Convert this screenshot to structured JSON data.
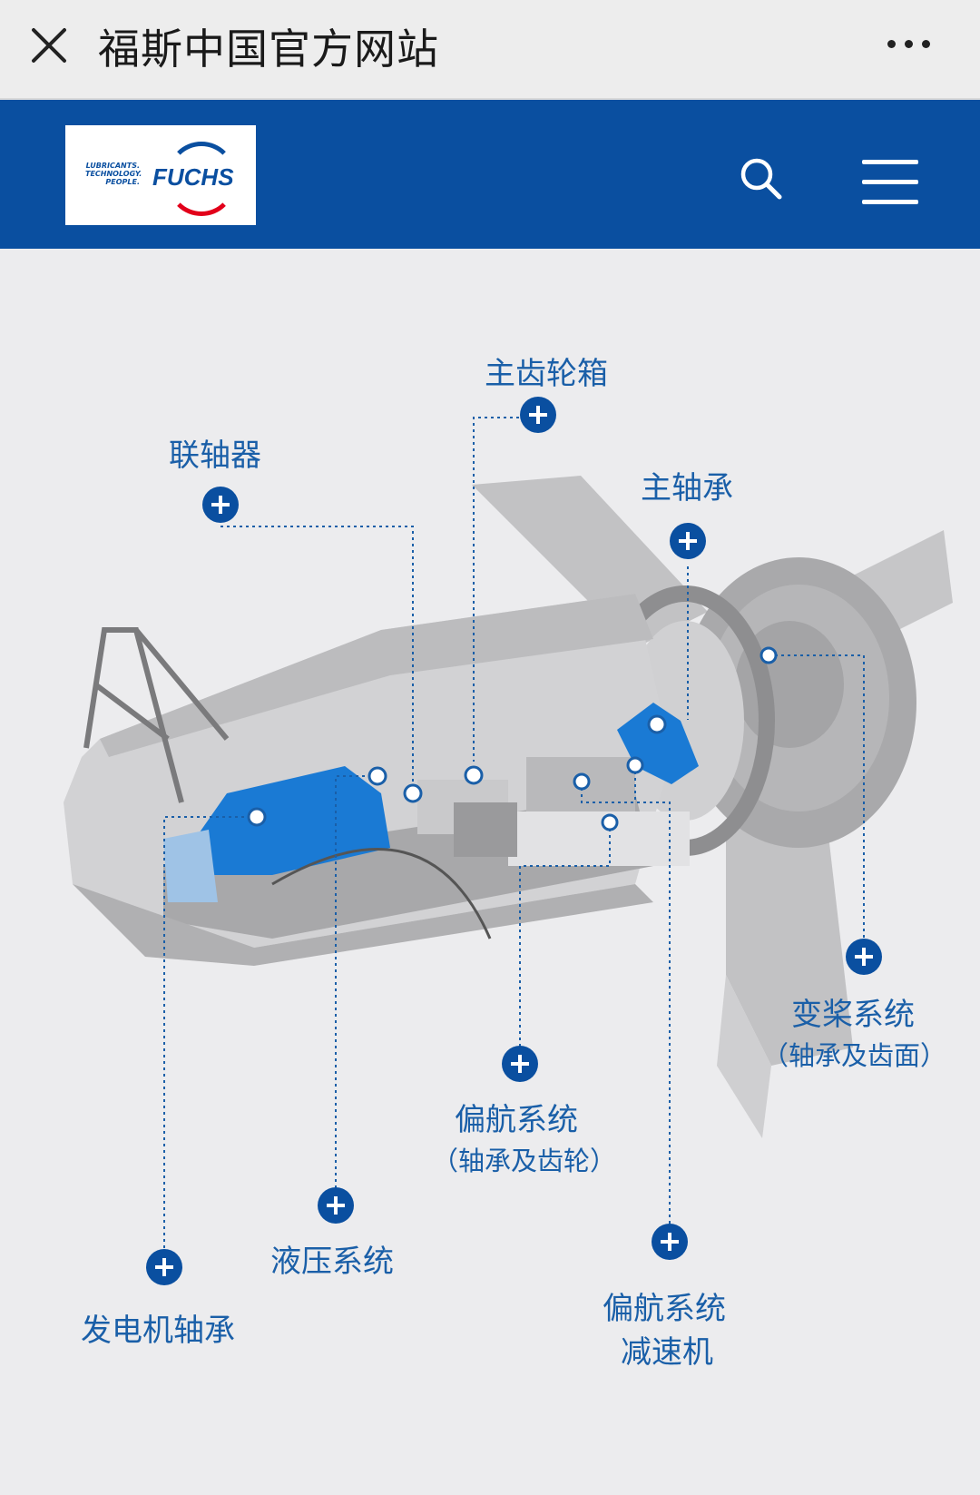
{
  "topbar": {
    "title": "福斯中国官方网站"
  },
  "header": {
    "logo_tagline": [
      "LUBRICANTS.",
      "TECHNOLOGY.",
      "PEOPLE."
    ],
    "logo_name": "FUCHS"
  },
  "colors": {
    "brand_blue": "#0a4fa0",
    "highlight_blue": "#1a7ad4",
    "label_blue": "#1a5fa8",
    "logo_red": "#e2001a"
  },
  "hotspots": {
    "main_gearbox": "主齿轮箱",
    "coupling": "联轴器",
    "main_bearing": "主轴承",
    "pitch_system": "变桨系统",
    "pitch_system_sub": "（轴承及齿面）",
    "yaw_system": "偏航系统",
    "yaw_system_sub": "（轴承及齿轮）",
    "hydraulic_system": "液压系统",
    "generator_bearing": "发电机轴承",
    "yaw_reducer_line1": "偏航系统",
    "yaw_reducer_line2": "减速机"
  }
}
